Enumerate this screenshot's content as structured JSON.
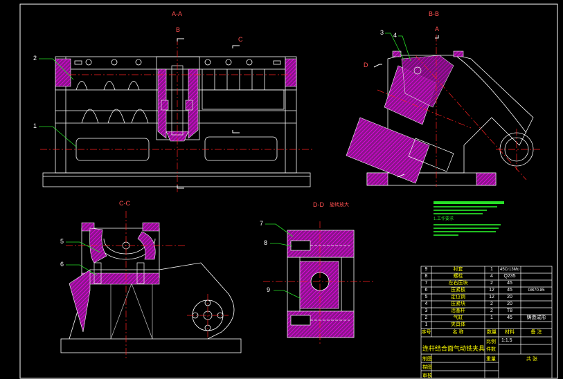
{
  "views": {
    "aa": "A-A",
    "bb": "B-B",
    "cc": "C-C",
    "dd": "D-D",
    "dd_note": "旋转放大"
  },
  "cut_markers": {
    "b": "B",
    "c": "C",
    "d": "D",
    "a": "A"
  },
  "balloons": {
    "n1": "1",
    "n2": "2",
    "n3": "3",
    "n4": "4",
    "n5": "5",
    "n6": "6",
    "n7": "7",
    "n8": "8",
    "n9": "9"
  },
  "notes": {
    "heading1": "技术要求",
    "heading2": "1.工作要求"
  },
  "bom": {
    "rows": [
      {
        "no": "9",
        "name": "衬套",
        "qty": "1",
        "mat": "45Cr13Mo",
        "note": ""
      },
      {
        "no": "8",
        "name": "螺栓",
        "qty": "4",
        "mat": "Q235",
        "note": ""
      },
      {
        "no": "7",
        "name": "左右压块",
        "qty": "2",
        "mat": "45",
        "note": ""
      },
      {
        "no": "6",
        "name": "压紧板",
        "qty": "12",
        "mat": "45",
        "note": "GB70-85"
      },
      {
        "no": "5",
        "name": "定位销",
        "qty": "12",
        "mat": "20",
        "note": ""
      },
      {
        "no": "4",
        "name": "压紧块",
        "qty": "2",
        "mat": "20",
        "note": ""
      },
      {
        "no": "3",
        "name": "活塞杆",
        "qty": "2",
        "mat": "T8",
        "note": ""
      },
      {
        "no": "2",
        "name": "气缸",
        "qty": "1",
        "mat": "45",
        "note": "铸造成形"
      },
      {
        "no": "1",
        "name": "夹具体",
        "qty": "",
        "mat": "",
        "note": ""
      }
    ],
    "header": {
      "no": "序号",
      "name": "名 称",
      "qty": "数量",
      "mat": "材料",
      "note": "备 注"
    }
  },
  "title_block": {
    "title": "连杆结合面气动铣夹具",
    "scale_label": "比例",
    "scale": "1:1.5",
    "qty_label": "件数",
    "weight_label": "重量",
    "sheets": "共  张",
    "drawn": "制图",
    "checked": "描图",
    "reviewed": "审核"
  },
  "colors": {
    "outline": "#ffffff",
    "section": "#ff00ff",
    "centerline": "#ff2020",
    "leader": "#27e027",
    "text_yellow": "#ffff00"
  }
}
